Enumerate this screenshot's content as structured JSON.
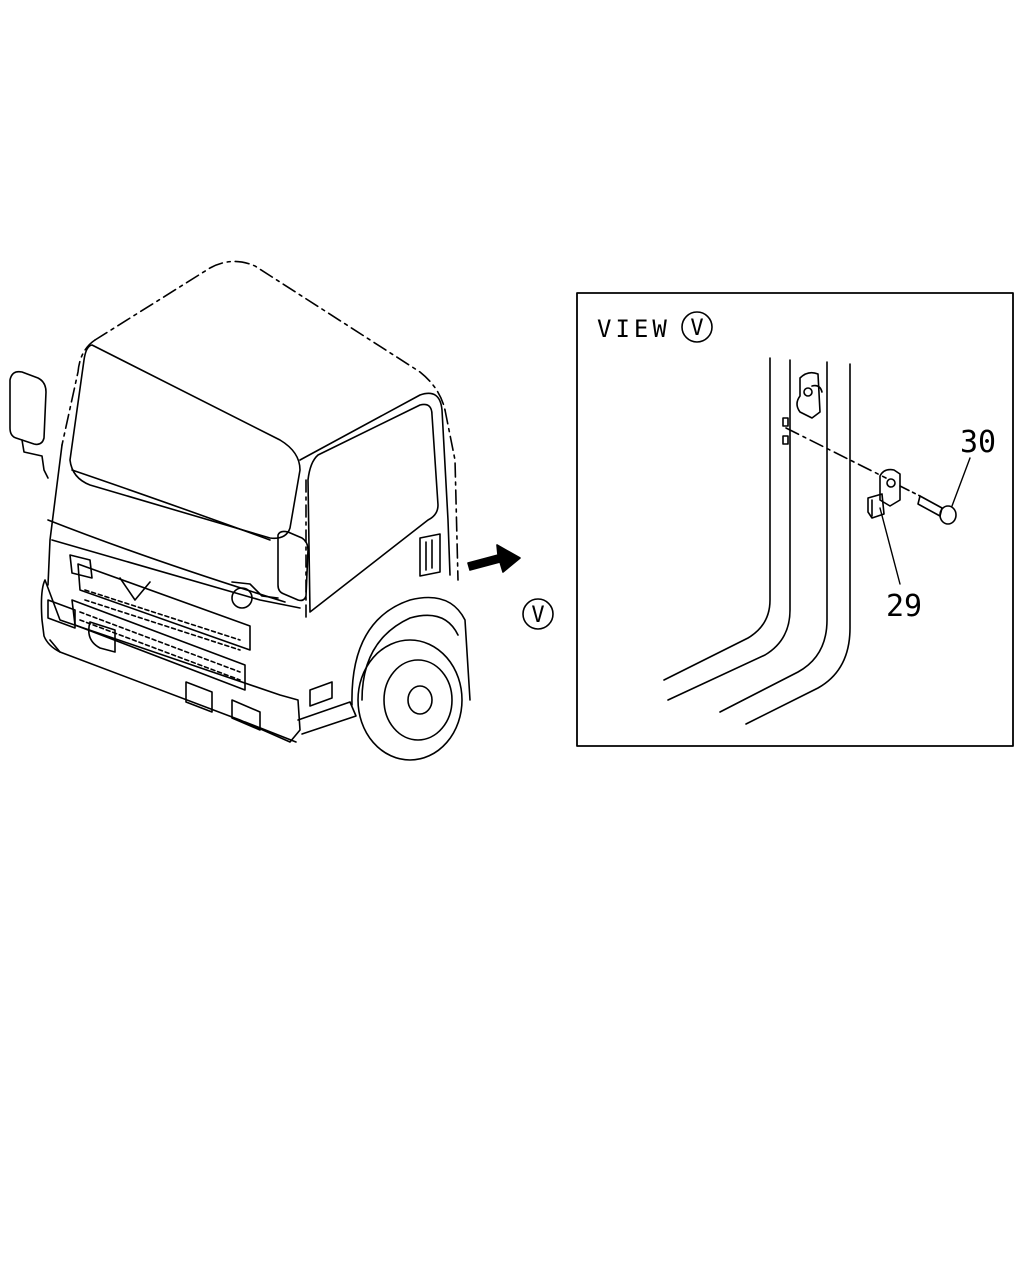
{
  "view_marker": "V",
  "detail": {
    "title_prefix": "VIEW",
    "title_marker": "V"
  },
  "callouts": {
    "part_29": "29",
    "part_30": "30"
  },
  "colors": {
    "line": "#000000",
    "background": "#ffffff"
  }
}
